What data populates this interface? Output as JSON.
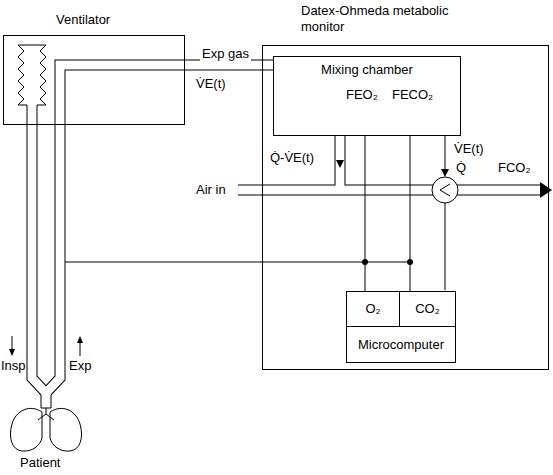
{
  "diagram": {
    "nodes": [
      {
        "text": [
          "Ventilator"
        ]
      },
      {
        "text": [
          "Datex-Ohmeda metabolic monitor"
        ]
      },
      {
        "text": [
          "Mixing chamber",
          "FEO₂",
          "FECO₂"
        ],
        "in": 1
      },
      {
        "text": [
          "O₂"
        ],
        "in": 1
      },
      {
        "text": [
          "CO₂"
        ],
        "in": 1
      },
      {
        "text": [
          "Microcomputer"
        ],
        "in": 1
      }
    ],
    "edges": [
      {
        "from": 0,
        "to": 2,
        "arrow": "none",
        "label": "Exp gas"
      },
      {
        "from": 2,
        "to": 3,
        "arrow": "none"
      },
      {
        "from": 2,
        "to": 4,
        "arrow": "none"
      }
    ],
    "labels": [
      "V̇E(t)",
      "Air in",
      "Q̇-V̇E(t)",
      "V̇E(t)",
      "Q̇",
      "FCO₂",
      "Insp",
      "Exp",
      "Patient"
    ]
  }
}
